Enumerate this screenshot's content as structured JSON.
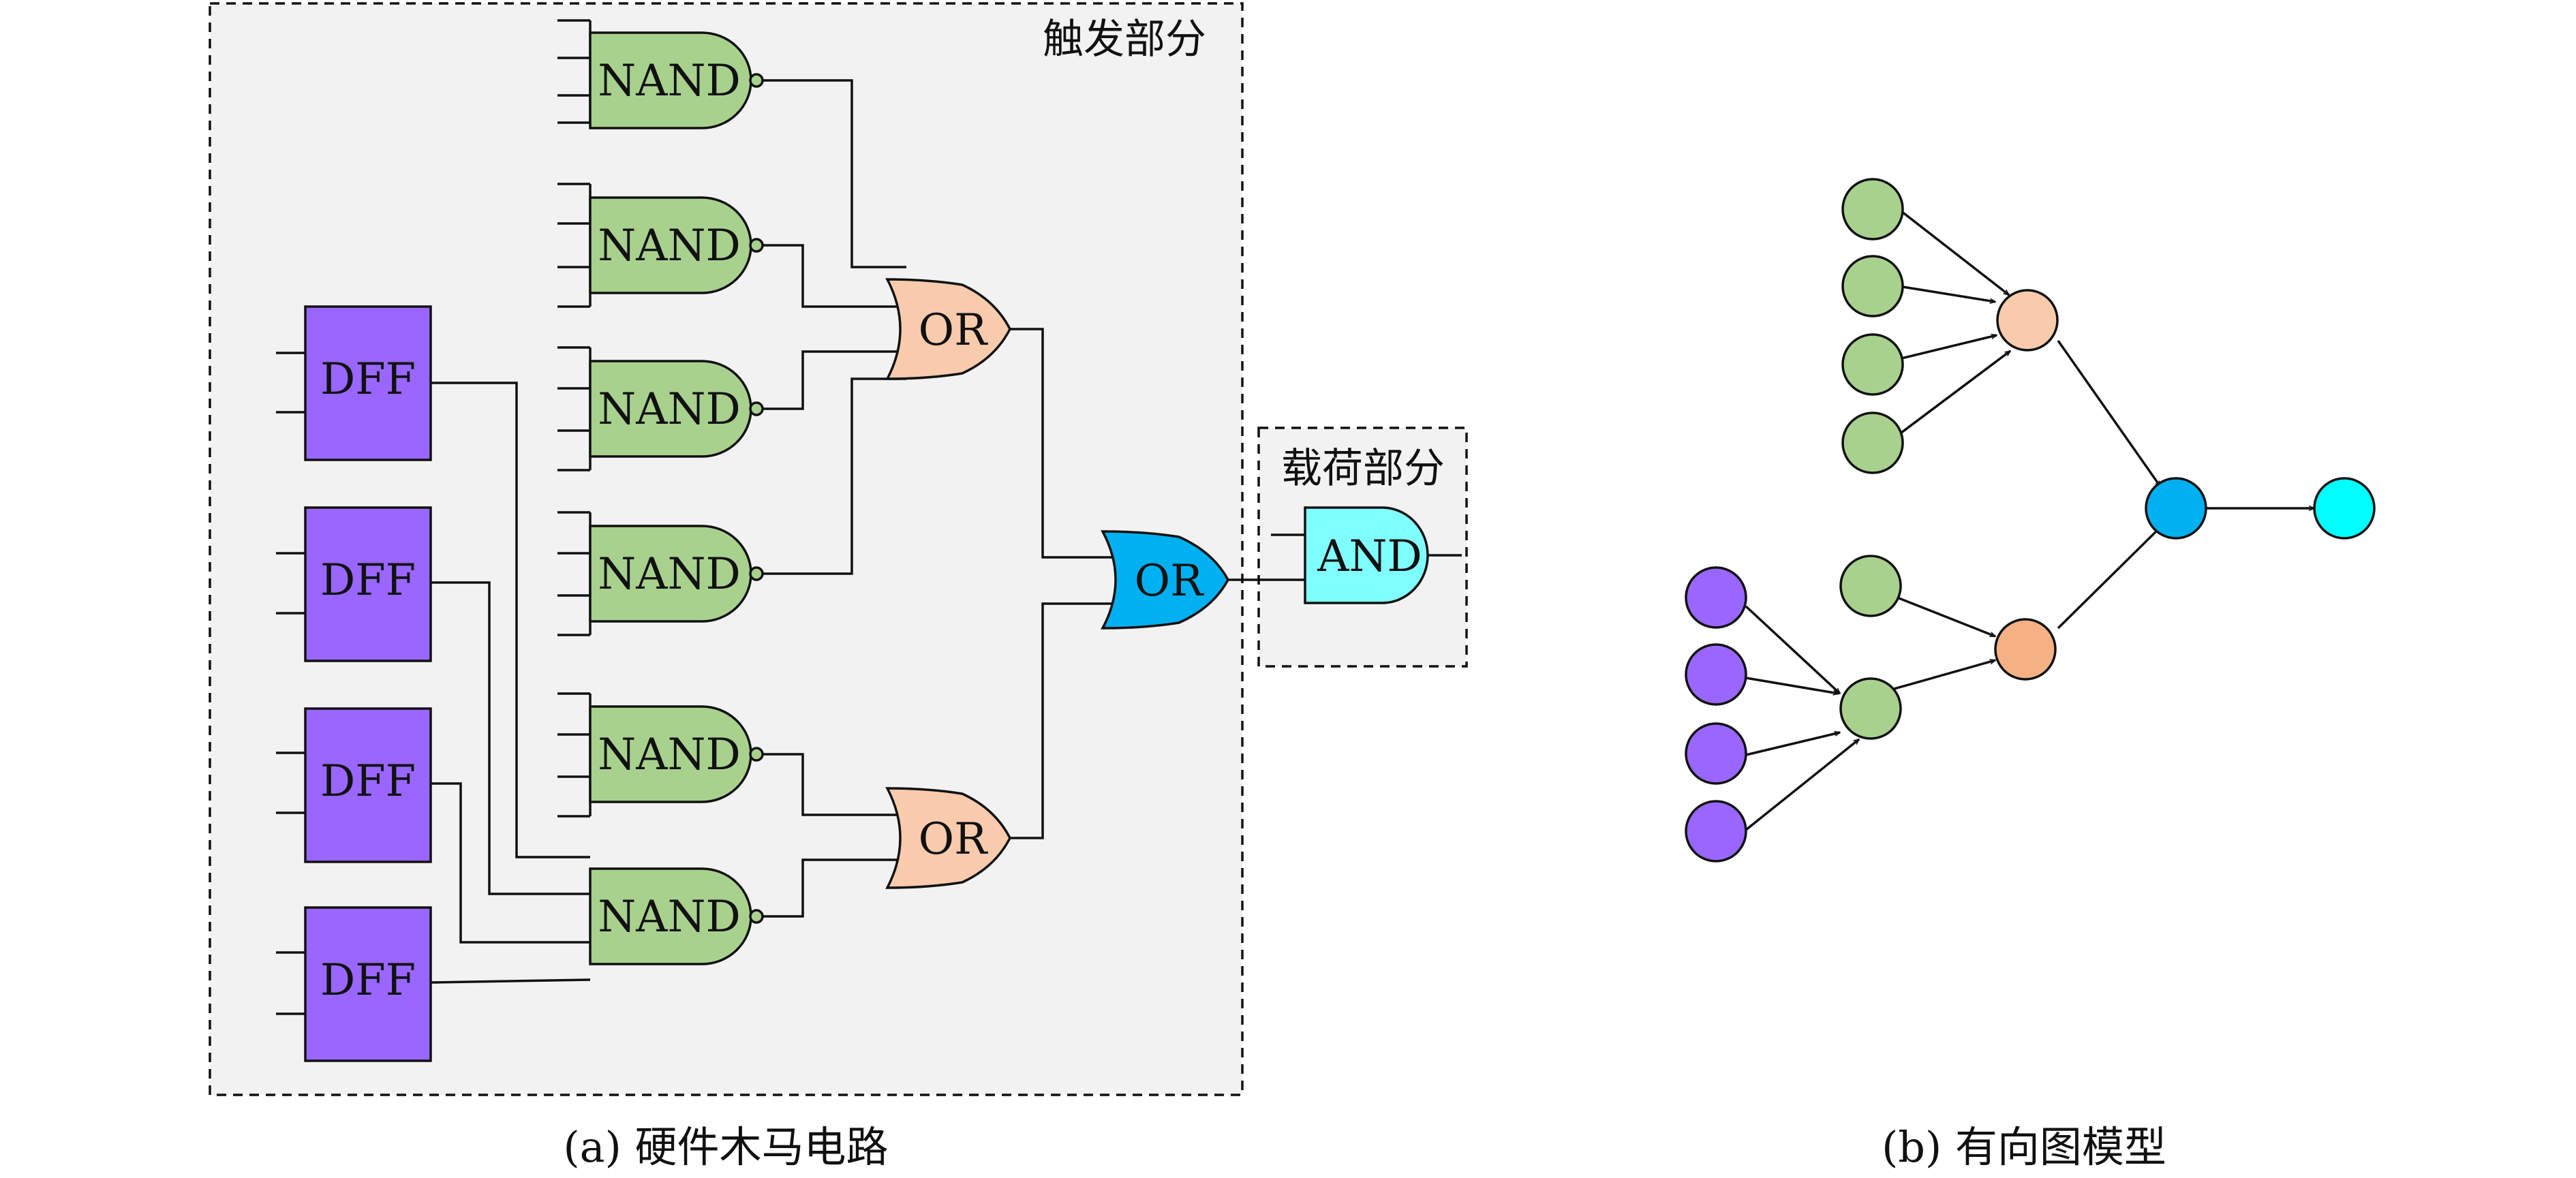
{
  "colors": {
    "nand": "#a9d18e",
    "or_light": "#f8cbad",
    "or_blue": "#00b0f0",
    "and": "#80ffff",
    "dff": "#9966ff",
    "region_bg": "#f2f2f2",
    "node_orange": "#f4b183"
  },
  "circuit": {
    "trigger_region_title": "触发部分",
    "payload_region_title": "载荷部分",
    "dff_label": "DFF",
    "nand_label": "NAND",
    "or_label": "OR",
    "and_label": "AND",
    "caption": "(a) 硬件木马电路"
  },
  "graph": {
    "caption": "(b) 有向图模型",
    "node_groups": [
      "nand",
      "nand",
      "nand",
      "nand",
      "or_light",
      "or_blue",
      "and",
      "dff",
      "dff",
      "dff",
      "dff",
      "nand",
      "nand",
      "node_orange"
    ]
  }
}
